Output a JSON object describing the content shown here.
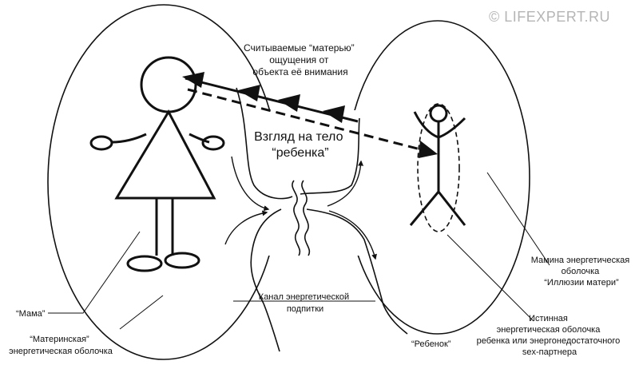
{
  "watermark": "© LIFEXPERT.RU",
  "labels": {
    "perceived_line1": "Считываемые “матерью”",
    "perceived_line2": "ощущения от",
    "perceived_line3": "объекта её внимания",
    "gaze_line1": "Взгляд на тело",
    "gaze_line2": "“ребенка”",
    "mama": "“Мама”",
    "maternal_shell_line1": "“Материнская”",
    "maternal_shell_line2": "энергетическая оболочка",
    "channel_line1": "Канал энергетической",
    "channel_line2": "подпитки",
    "child": "“Ребенок”",
    "illusion_line1": "Мамина энергетическая",
    "illusion_line2": "оболочка",
    "illusion_line3": "“Иллюзии матери”",
    "true_shell_line1": "Истинная",
    "true_shell_line2": "энергетическая оболочка",
    "true_shell_line3": "ребенка или энергонедостаточного",
    "true_shell_line4": "sex-партнера"
  }
}
